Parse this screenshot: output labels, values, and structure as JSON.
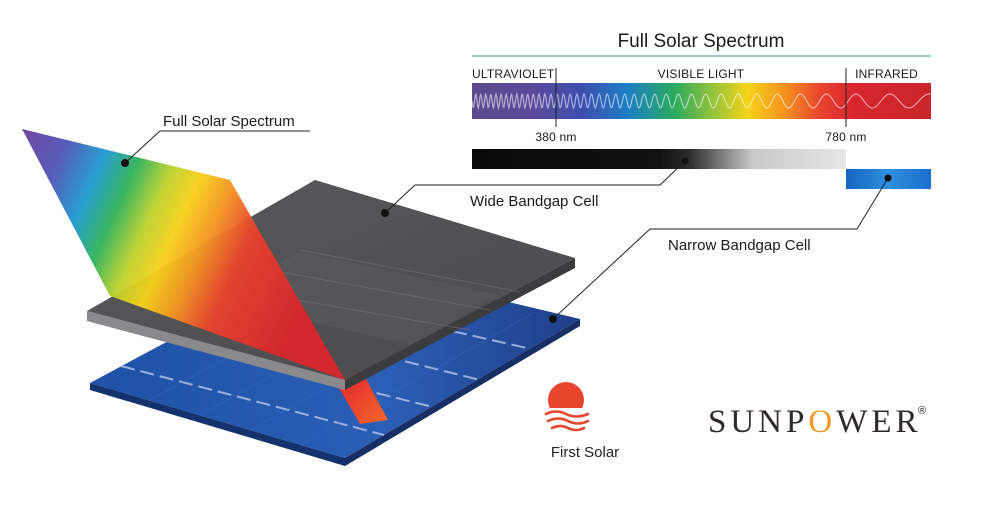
{
  "spectrum": {
    "title": "Full Solar Spectrum",
    "bands": [
      "ULTRAVIOLET",
      "VISIBLE LIGHT",
      "INFRARED"
    ],
    "markers": [
      "380 nm",
      "780 nm"
    ]
  },
  "labels": {
    "full_solar_spectrum": "Full Solar Spectrum",
    "wide_bandgap_cell": "Wide Bandgap Cell",
    "narrow_bandgap_cell": "Narrow Bandgap Cell"
  },
  "logos": {
    "first_solar": "First Solar",
    "sunpower_prefix": "SUNP",
    "sunpower_o": "O",
    "sunpower_suffix": "WER",
    "sunpower_reg": "®"
  },
  "colors": {
    "ultraviolet": "#5b3d8f",
    "infrared": "#c8282c",
    "wide_bandgap_top": "#505052",
    "narrow_bandgap": "#1e4f9c",
    "first_solar_red": "#e8452c",
    "sunpower_orange": "#f39a1e"
  }
}
